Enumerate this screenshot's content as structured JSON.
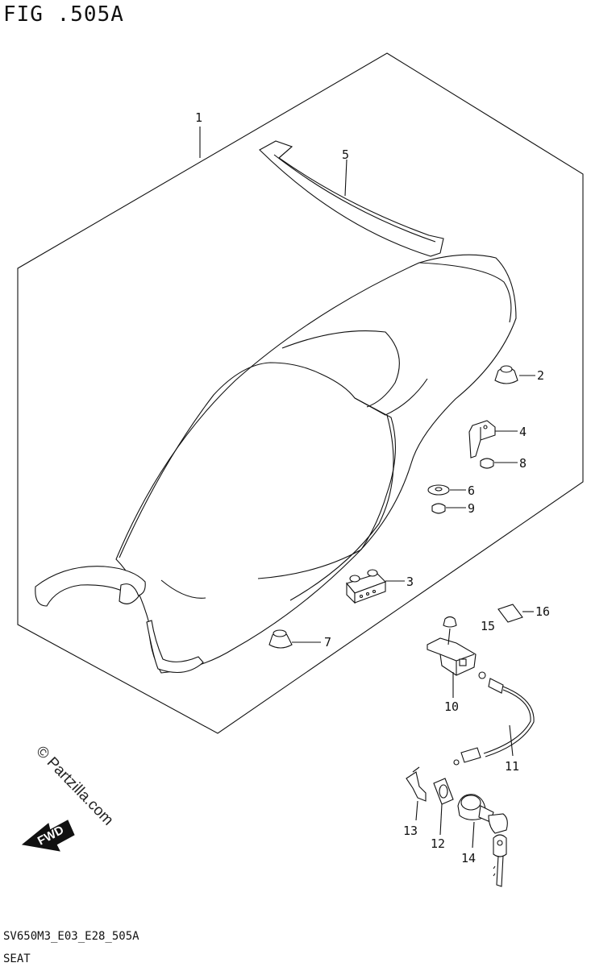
{
  "figure_title": "FIG .505A",
  "footer": {
    "code": "SV650M3_E03_E28_505A",
    "name": "SEAT"
  },
  "watermark": "© Partzilla.com",
  "fwd_label": "FWD",
  "callouts": {
    "c1": "1",
    "c2": "2",
    "c3": "3",
    "c4": "4",
    "c5": "5",
    "c6": "6",
    "c7": "7",
    "c8": "8",
    "c9": "9",
    "c10": "10",
    "c11": "11",
    "c12": "12",
    "c13": "13",
    "c14": "14",
    "c15": "15",
    "c16": "16"
  }
}
